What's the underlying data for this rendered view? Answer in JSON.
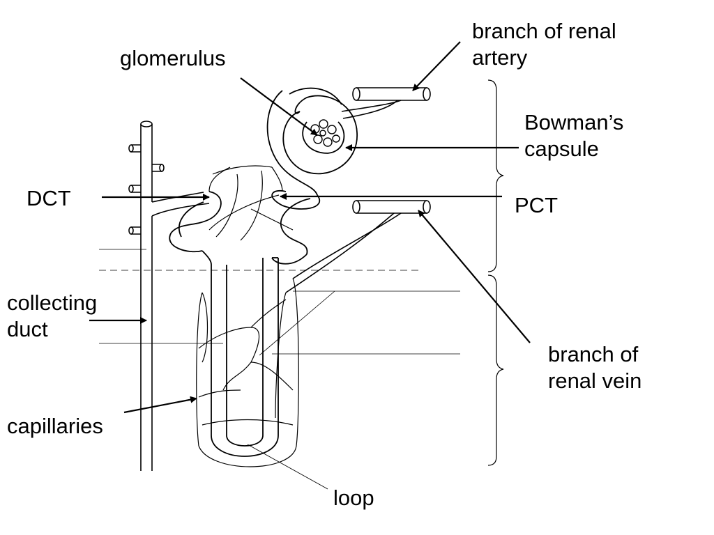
{
  "labels": {
    "branch_of_renal_artery": [
      "branch of renal",
      "artery"
    ],
    "glomerulus": "glomerulus",
    "bowmans_capsule": [
      "Bowman’s",
      "capsule"
    ],
    "dct": "DCT",
    "pct": "PCT",
    "collecting_duct": [
      "collecting",
      "duct"
    ],
    "branch_of_renal_vein": [
      "branch of",
      "renal vein"
    ],
    "capillaries": "capillaries",
    "loop": "loop"
  }
}
